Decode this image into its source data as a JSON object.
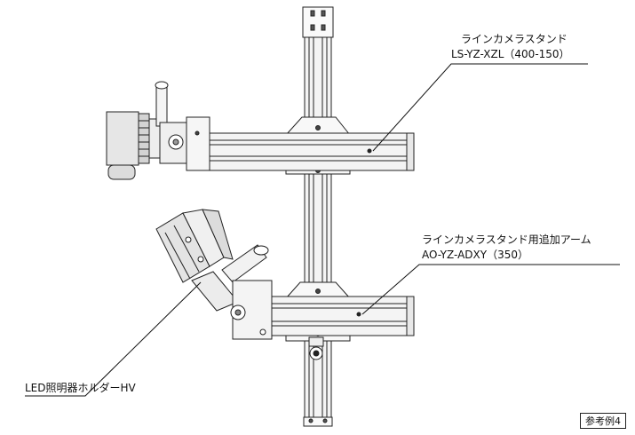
{
  "callouts": {
    "stand": {
      "name": "ラインカメラスタンド",
      "model": "LS-YZ-XZL（400-150）"
    },
    "arm": {
      "name": "ラインカメラスタンド用追加アーム",
      "model": "AO-YZ-ADXY（350）"
    },
    "light_holder": {
      "name": "LED照明器ホルダーHV"
    }
  },
  "reference_badge": "参考例4",
  "colors": {
    "line": "#222222",
    "profile_fill": "#f4f4f4",
    "shade": "#cfcfcf"
  }
}
